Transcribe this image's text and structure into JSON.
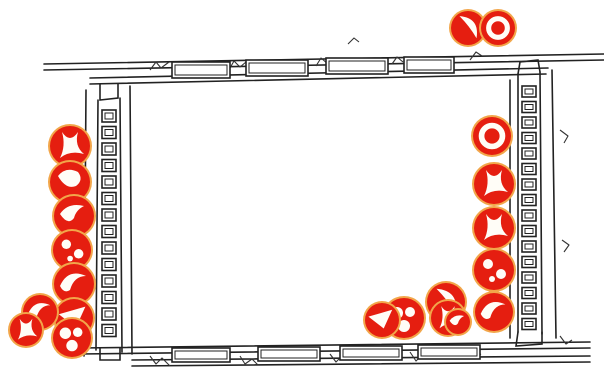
{
  "illustration": {
    "background_color": "#ffffff",
    "wall_stroke_color": "#222222",
    "crack_color": "#333333",
    "blob_fill_color": "#e51e10",
    "blob_rim_color": "#f2a64a",
    "blob_light_color": "#fffdf7",
    "blob_shapes": [
      "trefoil",
      "bean",
      "hook",
      "dots",
      "crescent",
      "wedge",
      "lobes",
      "crescent",
      "trefoil",
      "moon",
      "ring",
      "ring",
      "trefoil",
      "trefoil",
      "dots",
      "crescent",
      "moon",
      "trefoil",
      "lobes",
      "wedge",
      "hook",
      "dots",
      "ring",
      "ring"
    ]
  }
}
